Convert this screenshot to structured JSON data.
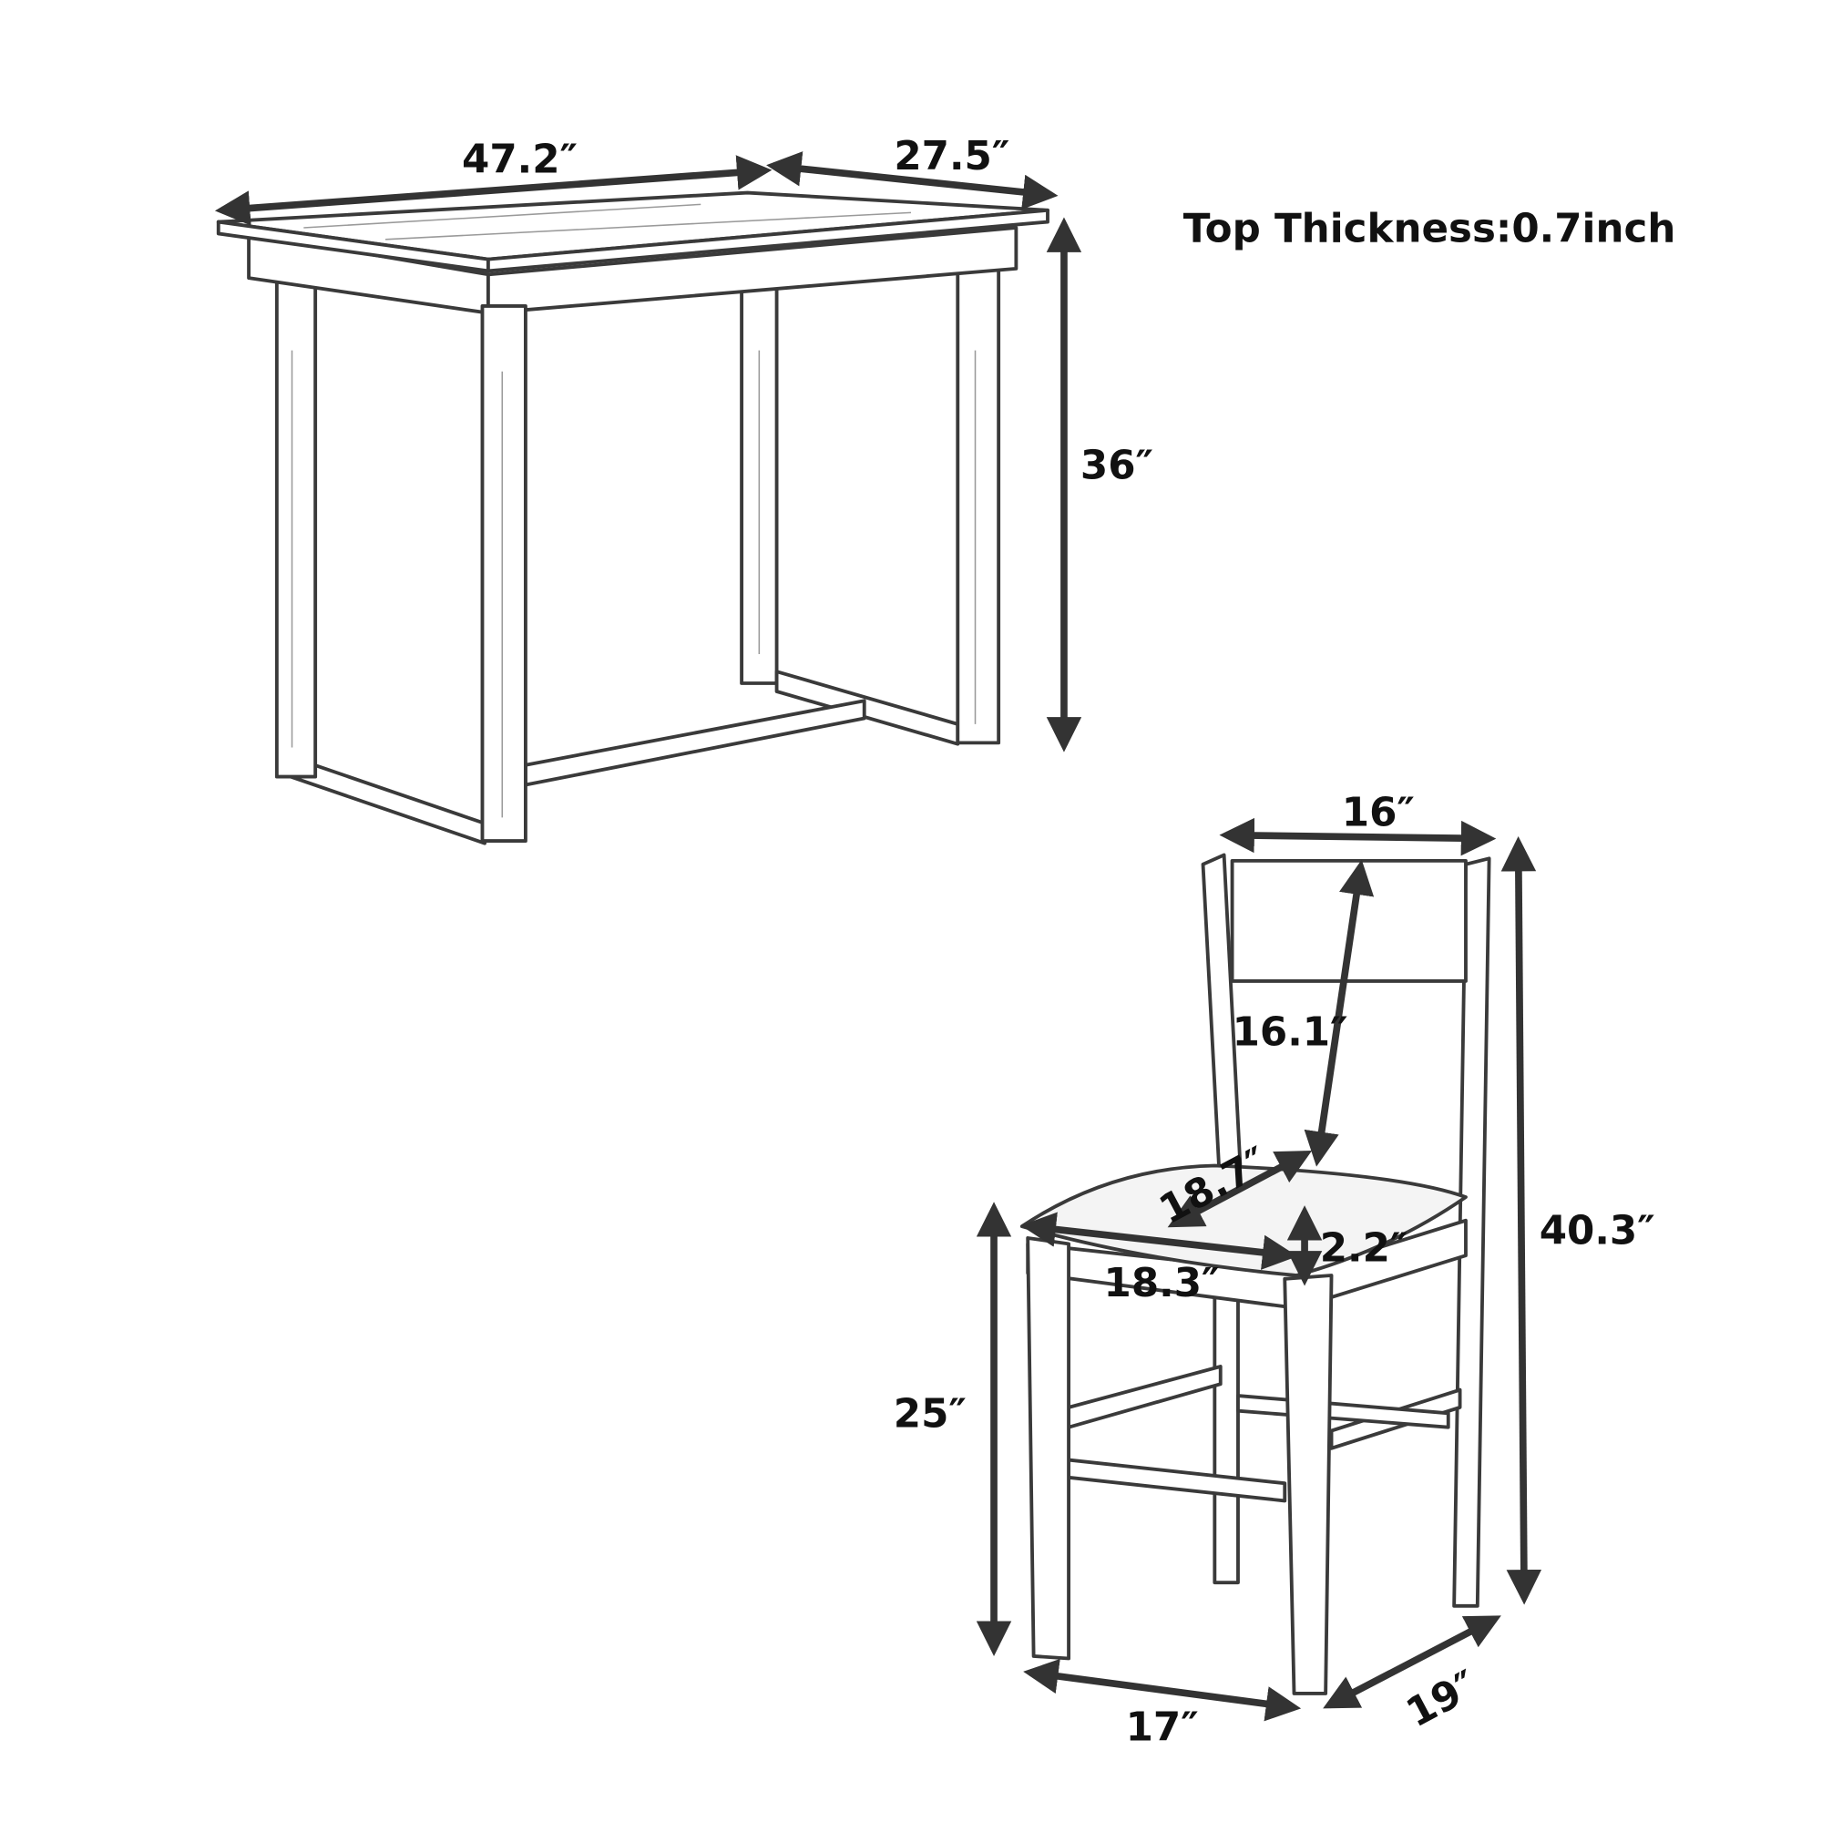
{
  "table": {
    "width_label": "47.2″",
    "depth_label": "27.5″",
    "height_label": "36″",
    "top_thickness_label": "Top Thickness:0.7inch"
  },
  "chair": {
    "back_width_label": "16″",
    "back_height_label": "16.1″",
    "seat_depth_label": "18.7″",
    "seat_width_label": "18.3″",
    "cushion_thickness_label": "2.2″",
    "overall_height_label": "40.3″",
    "seat_height_label": "25″",
    "leg_width_label": "17″",
    "leg_depth_label": "19″"
  },
  "colors": {
    "line": "#333333",
    "text": "#111111",
    "background": "#ffffff"
  }
}
